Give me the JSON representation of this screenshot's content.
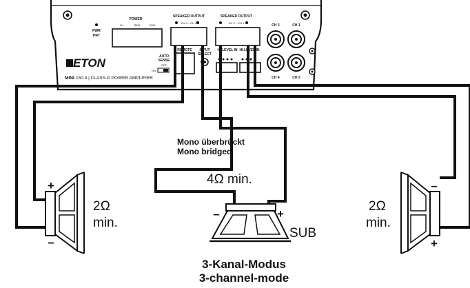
{
  "amplifier": {
    "brand": "ETON",
    "model_prefix": "MINI",
    "model_rest": "150.4 | CLASS-D POWER AMPLIFIER",
    "labels": {
      "power": "POWER",
      "power_bplus": "B+",
      "power_rem": "REM",
      "power_gnd": "GND",
      "pwr_led": "PWR",
      "prt_led": "PRT",
      "speaker_output_left": "SPEAKER OUTPUT",
      "speaker_output_right": "SPEAKER OUTPUT",
      "spk_left_terminals": "CH 4 – CH 3",
      "spk_right_terminals": "CH 2 – CH 1",
      "remote": "REMOTE",
      "input_select": "INPUT SELECT",
      "auto_sense": "AUTO SENSE",
      "auto_off": "OFF",
      "auto_on": "ON",
      "hi_level_in_left": "HI-LEVEL IN",
      "hi_level_in_right": "HI-LEVEL IN",
      "ch3": "CH 3",
      "ch1": "CH 1",
      "ch4": "CH 4",
      "ch2": "CH 2"
    }
  },
  "speakers": {
    "left_impedance_value": "2Ω",
    "left_impedance_min": "min.",
    "right_impedance_value": "2Ω",
    "right_impedance_min": "min.",
    "sub_label": "SUB",
    "sub_impedance": "4Ω min.",
    "plus": "+",
    "minus": "–"
  },
  "bridged_note": {
    "line1": "Mono überbrückt",
    "line2": "Mono bridged"
  },
  "mode": {
    "line1": "3-Kanal-Modus",
    "line2": "3-channel-mode"
  }
}
